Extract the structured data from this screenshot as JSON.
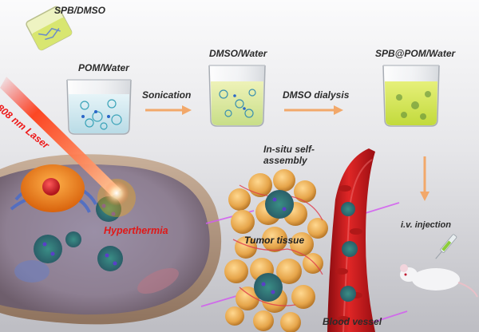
{
  "labels": {
    "spb_dmso": "SPB/DMSO",
    "pom_water": "POM/Water",
    "dmso_water": "DMSO/Water",
    "spb_pom_water": "SPB@POM/Water",
    "sonication": "Sonication",
    "dmso_dialysis": "DMSO dialysis",
    "laser": "808 nm Laser",
    "hyperthermia": "Hyperthermia",
    "in_situ": "In-situ self-assembly",
    "tumor_tissue": "Tumor tissue",
    "iv_injection": "i.v. injection",
    "blood_vessel": "Blood vessel"
  },
  "colors": {
    "arrow": "#f2a86a",
    "laser": "#ff2a00",
    "hyperthermia": "#e01818",
    "cell_body": "#a08a78",
    "nucleus": "#ee7a16",
    "vessel": "#c41414",
    "tumor": "#e0a040",
    "liquid_blue": "#cfe7ef",
    "liquid_green": "#d8ea64"
  }
}
